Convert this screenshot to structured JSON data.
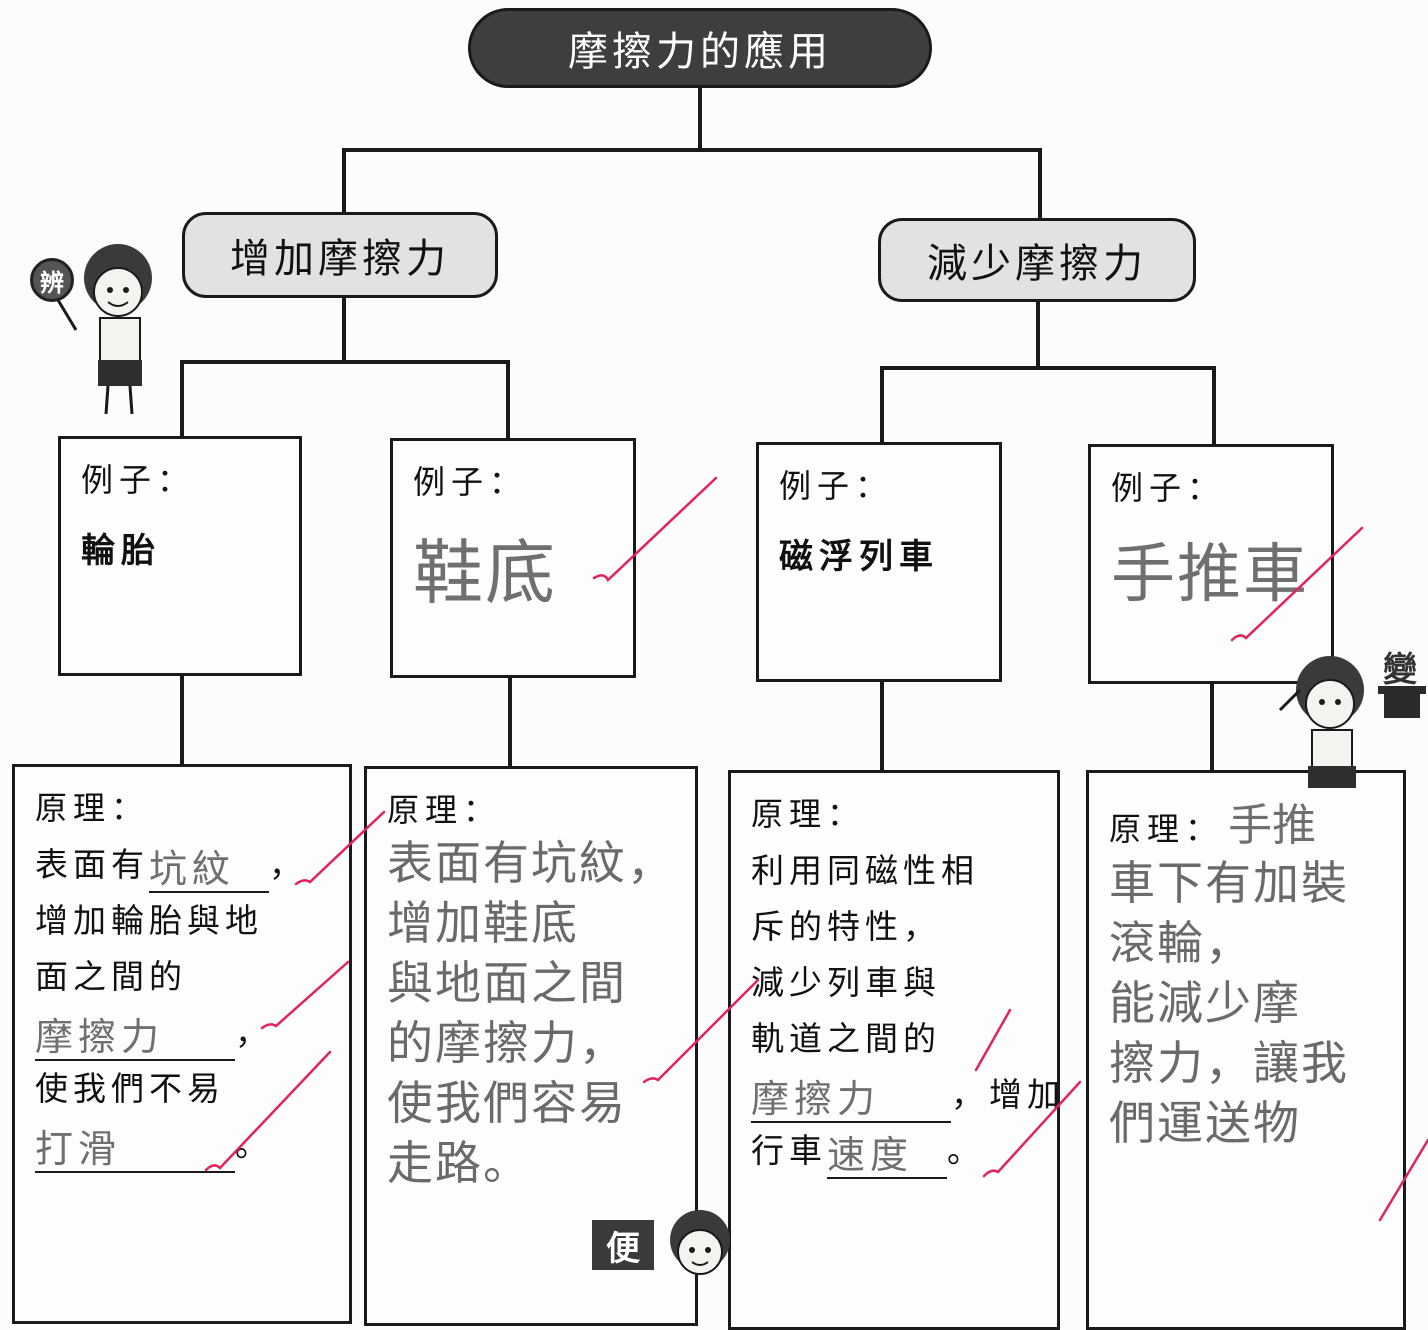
{
  "title": "摩擦力的應用",
  "branches": {
    "increase": {
      "heading": "增加摩擦力",
      "examples": [
        {
          "example_label": "例子：",
          "example": "輪胎",
          "principle_label": "原理：",
          "principle_lines": [
            {
              "pre": "表面有",
              "blank": "坑紋",
              "post": "，"
            },
            {
              "pre": "增加輪胎與地",
              "blank": "",
              "post": ""
            },
            {
              "pre": "面之間的",
              "blank": "",
              "post": ""
            },
            {
              "pre": "",
              "blank": "摩擦力",
              "post": "，"
            },
            {
              "pre": "使我們不易",
              "blank": "",
              "post": ""
            },
            {
              "pre": "",
              "blank": "打滑",
              "post": "。"
            }
          ]
        },
        {
          "example_label": "例子：",
          "example": "鞋底",
          "principle_label": "原理：",
          "principle_handwritten": [
            "表面有坑紋，",
            "增加鞋底",
            "與地面之間",
            "的摩擦力，",
            "使我們容易",
            "走路。"
          ]
        }
      ]
    },
    "decrease": {
      "heading": "減少摩擦力",
      "examples": [
        {
          "example_label": "例子：",
          "example": "磁浮列車",
          "principle_label": "原理：",
          "principle_lines": [
            {
              "pre": "利用同磁性相",
              "blank": "",
              "post": ""
            },
            {
              "pre": "斥的特性，",
              "blank": "",
              "post": ""
            },
            {
              "pre": "減少列車與",
              "blank": "",
              "post": ""
            },
            {
              "pre": "軌道之間的",
              "blank": "",
              "post": ""
            },
            {
              "pre": "",
              "blank": "摩擦力",
              "post": "，增加"
            },
            {
              "pre": "行車",
              "blank": "速度",
              "post": "。"
            }
          ]
        },
        {
          "example_label": "例子：",
          "example": "手推車",
          "principle_label": "原理：",
          "principle_handwritten": [
            "手推",
            "車下有加裝",
            "滾輪，",
            "能減少摩",
            "擦力，讓我",
            "們運送物"
          ]
        }
      ]
    }
  },
  "badges": [
    {
      "text": "辨",
      "color": "#555555"
    },
    {
      "text": "變",
      "color": "#333333"
    },
    {
      "text": "便",
      "color": "#333333"
    }
  ],
  "colors": {
    "ink": "#1a1a1a",
    "handwriting": "#6f6f6f",
    "check_marks": "#e0245e",
    "title_fill": "#3e3e3e",
    "heading_fill": "#e2e2e2"
  }
}
